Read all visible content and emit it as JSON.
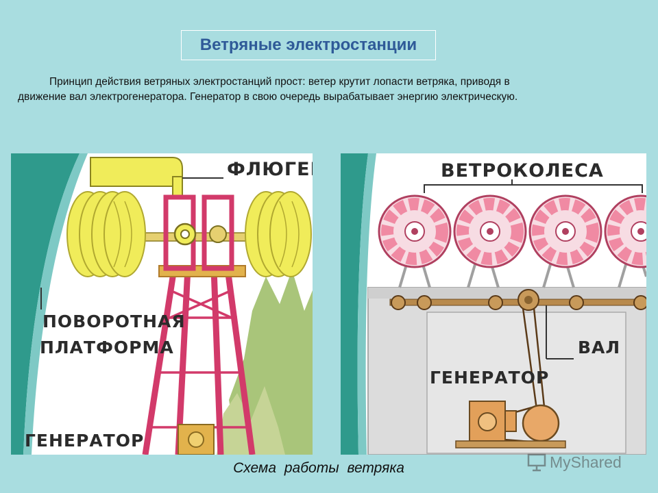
{
  "slide": {
    "title": "Ветряные электростанции",
    "intro_line1": "Принцип действия ветряных электростанций прост: ветер крутит лопасти ветряка, приводя в",
    "intro_line2": "движение вал электрогенератора. Генератор в свою очередь вырабатывает энергию электрическую.",
    "caption": "Схема работы ветряка"
  },
  "left_figure": {
    "label_vane": "ФЛЮГЕР",
    "label_platform_1": "ПОВОРОТНАЯ",
    "label_platform_2": "ПЛАТФОРМА",
    "label_generator": "ГЕНЕРАТОР"
  },
  "right_figure": {
    "label_wheels": "ВЕТРОКОЛЕСА",
    "label_shaft": "ВАЛ",
    "label_generator": "ГЕНЕРАТОР"
  },
  "watermark": {
    "text": "MyShared",
    "icon": "presentation-icon"
  },
  "colors": {
    "background": "#a9dde0",
    "title": "#2f5a98",
    "tower": "#d23a6a",
    "blades": "#f0ec5a",
    "wheels": "#f08aa3"
  }
}
